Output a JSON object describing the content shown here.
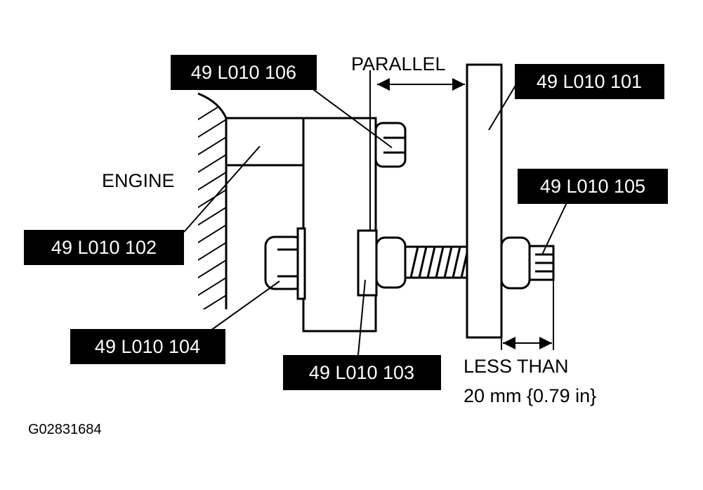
{
  "diagram": {
    "labels": {
      "part_106": "49 L010 106",
      "part_101": "49 L010 101",
      "part_105": "49 L010 105",
      "part_102": "49 L010 102",
      "part_104": "49 L010 104",
      "part_103": "49 L010 103"
    },
    "text": {
      "parallel": "PARALLEL",
      "engine": "ENGINE",
      "less_than": "LESS THAN",
      "dimension": "20 mm {0.79 in}"
    },
    "figure_id": "G02831684",
    "colors": {
      "ink": "#000000",
      "paper": "#ffffff",
      "label_bg": "#000000",
      "label_text": "#ffffff"
    }
  }
}
